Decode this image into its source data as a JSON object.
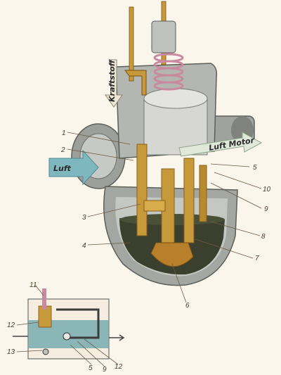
{
  "image_title": "",
  "flow_labels": {
    "fuel": "Kraftstoff",
    "air": "Luft",
    "air_to_engine": "Luft Motor"
  },
  "callouts": [
    "1",
    "2",
    "3",
    "4",
    "5",
    "6",
    "7",
    "8",
    "9",
    "10",
    "11",
    "12",
    "13"
  ],
  "inset_callouts": [
    "11",
    "12",
    "13",
    "5",
    "9",
    "12"
  ],
  "colors": {
    "background": "#fbf6ec",
    "body_grey": "#a8aaa6",
    "body_dark": "#6e706c",
    "brass": "#c69a3a",
    "brass_dark": "#8a5f1c",
    "fuel_dark": "#3a3f2e",
    "spring": "#c98aa0",
    "air_arrow": "#7fb7bf",
    "inset_blue": "#6fa7ad"
  }
}
